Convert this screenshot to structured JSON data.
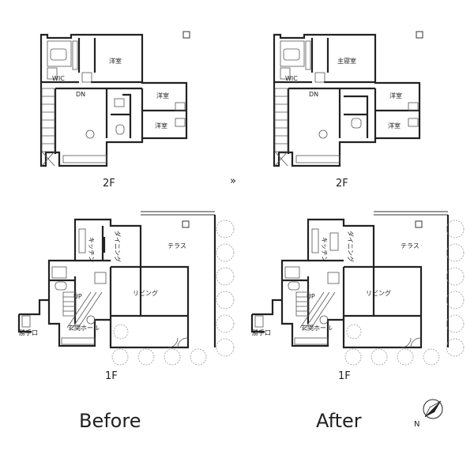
{
  "labels": {
    "floor_2f": "2F",
    "floor_1f": "1F",
    "before": "Before",
    "after": "After",
    "arrow": "»",
    "north": "N"
  },
  "rooms_before_2f": {
    "western_main": "洋室",
    "wic": "WIC",
    "dn": "DN",
    "western_b": "洋室",
    "western_c": "洋室"
  },
  "rooms_after_2f": {
    "master": "主寝室",
    "wic": "WIC",
    "dn": "DN",
    "western_b": "洋室",
    "western_c": "洋室"
  },
  "rooms_1f": {
    "kitchen": "キッチン",
    "dining": "ダイニング",
    "terrace": "テラス",
    "living": "リビング",
    "up": "UP",
    "entrance": "玄関ホール",
    "service": "勝手口"
  },
  "icons": {
    "north": "north-arrow-icon",
    "arrow": "double-chevron-icon",
    "stair": "stair-icon",
    "tree": "tree-icon"
  }
}
